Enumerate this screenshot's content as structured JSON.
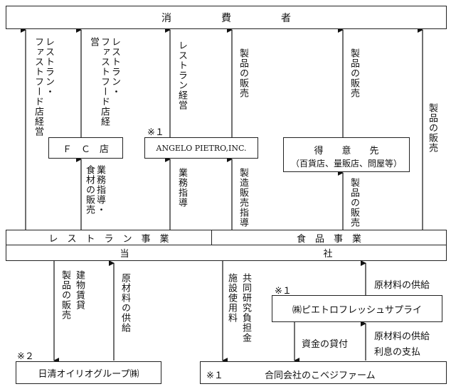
{
  "consumer": "消　　　　　費　　　　　者",
  "vertical_labels": {
    "restaurant_ff_1": "レストラン・\nファストフード店経営",
    "restaurant_ff_2": "レストラン・\nファストフード店経営",
    "restaurant_mgmt": "レストラン経営",
    "product_sales_1": "製品の販売",
    "product_sales_2": "製品の販売",
    "product_sales_3": "製品の販売",
    "product_sales_4": "製品の販売",
    "business_guidance_fc": "業務指導・\n食材の販売",
    "business_guidance": "業務指導",
    "mfg_sales_guidance": "製造販売指導",
    "product_sales_nisshin": "製品の販売",
    "building_lease": "建物賃貸",
    "raw_material_supply_1": "原材料の供給",
    "facility_fee": "施設使用料",
    "joint_research": "共同研究負担金"
  },
  "fc_store": "Ｆ　Ｃ　店",
  "angelo": "ANGELO PIETRO,INC.",
  "customers": {
    "title": "得　　意　　先",
    "sub": "（百貨店、量販店、問屋等）"
  },
  "note1": "※１",
  "note2": "※２",
  "restaurant_business": "レ　ス　ト　ラ　ン　事　業",
  "food_business": "食　品　事　業",
  "company": "当　　　　　　　　　　　　　　　　　　　　　社",
  "pietro_fresh": "㈱ピエトロフレッシュサプライ",
  "raw_material_supply_2": "原材料の供給",
  "loan": "資金の貸付",
  "raw_material_supply_3": "原材料の供給",
  "interest": "利息の支払",
  "nisshin": "日清オイリオグループ㈱",
  "noko": "合同会社のこベジファーム"
}
